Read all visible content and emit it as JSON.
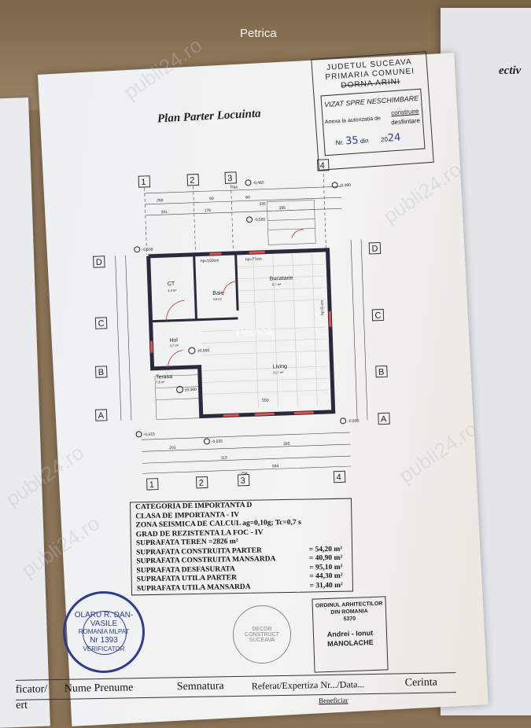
{
  "watermark": "Petrica",
  "site_watermark": "publi24.ro",
  "back_page_text": "ectiv",
  "title": "Plan Parter Locuinta",
  "approval_stamp": {
    "line1": "JUDETUL SUCEAVA",
    "line2": "PRIMARIA COMUNEI",
    "line3": "DORNA ARINI",
    "vizat": "VIZAT SPRE NESCHIMBARE",
    "anexa": "Anexa la autorizatia de",
    "construire": "construire",
    "desfiintare": "desfiintare",
    "nr_label": "Nr.",
    "nr_value": "35",
    "din_label": "din",
    "year_prefix": "20",
    "year_value": "24"
  },
  "plan": {
    "axes_columns": [
      "1",
      "2",
      "3",
      "4"
    ],
    "axes_rows": [
      "D",
      "C",
      "B",
      "A"
    ],
    "rooms": [
      {
        "name": "CT",
        "area": "4,4 m²"
      },
      {
        "name": "Baie",
        "area": "3,8 m²"
      },
      {
        "name": "Bucatarie",
        "area": "9,7 m²"
      },
      {
        "name": "Hol",
        "area": "4,7 m²"
      },
      {
        "name": "Living",
        "area": "21,7 m²"
      },
      {
        "name": "Terasa",
        "area": "7,6 m²"
      }
    ],
    "level_marks": [
      "±0,000",
      "±0,000",
      "-0,465",
      "-0,565",
      "-0,509",
      "-0,615",
      "-0,555",
      "-0,600",
      "-0,490"
    ],
    "dimensions_top": [
      "269",
      "201",
      "176",
      "395",
      "794",
      "60",
      "80",
      "335"
    ],
    "dimensions_bottom": [
      "201",
      "113",
      "395",
      "594",
      "794",
      "550"
    ],
    "window_labels": [
      "hp=150cm",
      "hp=77cm",
      "hp=5 cm"
    ]
  },
  "info": {
    "rows": [
      {
        "label": "CATEGORIA DE IMPORTANTA D",
        "value": ""
      },
      {
        "label": "CLASA DE IMPORTANTA - IV",
        "value": ""
      },
      {
        "label": "ZONA SEISMICA DE CALCUL  ag=0,10g; Tc=0,7 s",
        "value": ""
      },
      {
        "label": "GRAD DE REZISTENTA LA FOC - IV",
        "value": ""
      },
      {
        "label": "SUPRAFATA TEREN  =2826 m²",
        "value": ""
      },
      {
        "label": "SUPRAFATA CONSTRUITA PARTER",
        "value": "= 54,20 m²"
      },
      {
        "label": "SUPRAFATA CONSTRUITA MANSARDA",
        "value": "= 40,90 m²"
      },
      {
        "label": "SUPRAFATA DESFASURATA",
        "value": "= 95,10 m²"
      },
      {
        "label": "SUPRAFATA UTILA PARTER",
        "value": "= 44,30 m²"
      },
      {
        "label": "SUPRAFATA UTILA MANSARDA",
        "value": "= 31,40 m²"
      }
    ]
  },
  "footer": {
    "col_verificator": "ficator/",
    "col_expert": "ert",
    "col_nume": "Nume Prenume",
    "col_semnatura": "Semnatura",
    "col_referat": "Referat/Expertiza Nr.../Data...",
    "col_cerinta": "Cerinta",
    "beneficiar": "Beneficiar"
  },
  "round_stamp": {
    "text": "OLARU R. DAN-VASILE",
    "inner": "ROMANIA MLPAT",
    "nr": "Nr 1393",
    "bottom": "VERIFICATOR"
  },
  "company_stamp": {
    "text": "DECOR CONSTRUCT SUCEAVA"
  },
  "oar_stamp": {
    "line1": "ORDINUL ARHITECTILOR",
    "line2": "DIN ROMANIA",
    "number": "5370",
    "name1": "Andrei - Ionut",
    "name2": "MANOLACHE"
  }
}
